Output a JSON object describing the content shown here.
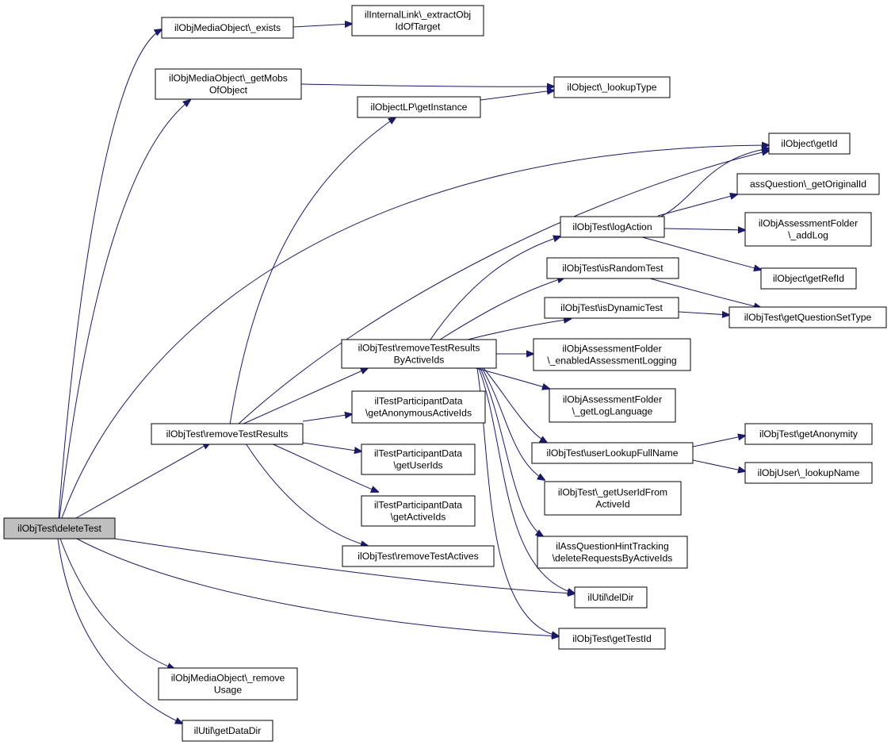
{
  "colors": {
    "edge": "#191970",
    "root_fill": "#bfbfbf",
    "node_fill": "#ffffff",
    "node_stroke": "#000000"
  },
  "nodes": [
    {
      "id": "deleteTest",
      "lines": [
        "ilObjTest\\deleteTest"
      ],
      "root": true
    },
    {
      "id": "mobExists",
      "lines": [
        "ilObjMediaObject\\_exists"
      ]
    },
    {
      "id": "extractObj",
      "lines": [
        "ilInternalLink\\_extractObj",
        "IdOfTarget"
      ]
    },
    {
      "id": "getMobs",
      "lines": [
        "ilObjMediaObject\\_getMobs",
        "OfObject"
      ]
    },
    {
      "id": "lookupType",
      "lines": [
        "ilObject\\_lookupType"
      ]
    },
    {
      "id": "lpGetInstance",
      "lines": [
        "ilObjectLP\\getInstance"
      ]
    },
    {
      "id": "objGetId",
      "lines": [
        "ilObject\\getId"
      ]
    },
    {
      "id": "getOriginalId",
      "lines": [
        "assQuestion\\_getOriginalId"
      ]
    },
    {
      "id": "logAction",
      "lines": [
        "ilObjTest\\logAction"
      ]
    },
    {
      "id": "addLog",
      "lines": [
        "ilObjAssessmentFolder",
        "\\_addLog"
      ]
    },
    {
      "id": "getRefId",
      "lines": [
        "ilObject\\getRefId"
      ]
    },
    {
      "id": "isRandom",
      "lines": [
        "ilObjTest\\isRandomTest"
      ]
    },
    {
      "id": "isDynamic",
      "lines": [
        "ilObjTest\\isDynamicTest"
      ]
    },
    {
      "id": "getQSetType",
      "lines": [
        "ilObjTest\\getQuestionSetType"
      ]
    },
    {
      "id": "removeByActive",
      "lines": [
        "ilObjTest\\removeTestResults",
        "ByActiveIds"
      ]
    },
    {
      "id": "enabledLogging",
      "lines": [
        "ilObjAssessmentFolder",
        "\\_enabledAssessmentLogging"
      ]
    },
    {
      "id": "getLogLang",
      "lines": [
        "ilObjAssessmentFolder",
        "\\_getLogLanguage"
      ]
    },
    {
      "id": "anonActive",
      "lines": [
        "ilTestParticipantData",
        "\\getAnonymousActiveIds"
      ]
    },
    {
      "id": "removeResults",
      "lines": [
        "ilObjTest\\removeTestResults"
      ]
    },
    {
      "id": "userLookup",
      "lines": [
        "ilObjTest\\userLookupFullName"
      ]
    },
    {
      "id": "getAnonymity",
      "lines": [
        "ilObjTest\\getAnonymity"
      ]
    },
    {
      "id": "tpUserIds",
      "lines": [
        "ilTestParticipantData",
        "\\getUserIds"
      ]
    },
    {
      "id": "lookupName",
      "lines": [
        "ilObjUser\\_lookupName"
      ]
    },
    {
      "id": "getUserIdFrom",
      "lines": [
        "ilObjTest\\_getUserIdFrom",
        "ActiveId"
      ]
    },
    {
      "id": "tpActiveIds",
      "lines": [
        "ilTestParticipantData",
        "\\getActiveIds"
      ]
    },
    {
      "id": "hintTracking",
      "lines": [
        "ilAssQuestionHintTracking",
        "\\deleteRequestsByActiveIds"
      ]
    },
    {
      "id": "removeActives",
      "lines": [
        "ilObjTest\\removeTestActives"
      ]
    },
    {
      "id": "delDir",
      "lines": [
        "ilUtil\\delDir"
      ]
    },
    {
      "id": "getTestId",
      "lines": [
        "ilObjTest\\getTestId"
      ]
    },
    {
      "id": "removeUsage",
      "lines": [
        "ilObjMediaObject\\_remove",
        "Usage"
      ]
    },
    {
      "id": "getDataDir",
      "lines": [
        "ilUtil\\getDataDir"
      ]
    }
  ]
}
